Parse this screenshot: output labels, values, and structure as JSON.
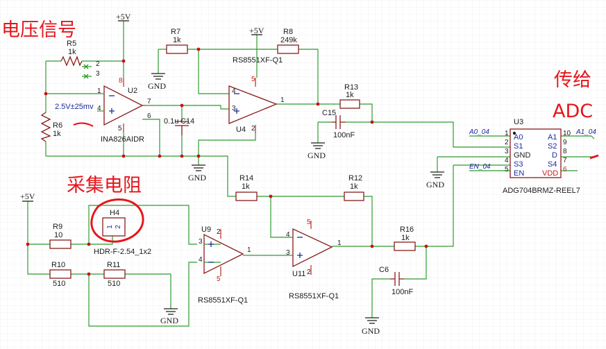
{
  "annotations": {
    "voltage_signal": "电压信号",
    "sampling_resistor": "采集电阻",
    "to_label": "传给",
    "adc_label": "ADC"
  },
  "power": {
    "p1": "+5V",
    "p2": "+5V",
    "p3": "+5V"
  },
  "ground": {
    "g1": "GND",
    "g2": "GND",
    "g3": "GND",
    "g4": "GND",
    "g5": "GND",
    "g6": "GND"
  },
  "components": {
    "r5": {
      "ref": "R5",
      "value": "1k"
    },
    "r6": {
      "ref": "R6",
      "value": "1k"
    },
    "r7": {
      "ref": "R7",
      "value": "1k"
    },
    "r8": {
      "ref": "R8",
      "value": "249k"
    },
    "r9": {
      "ref": "R9",
      "value": "10"
    },
    "r10": {
      "ref": "R10",
      "value": "510"
    },
    "r11": {
      "ref": "R11",
      "value": "510"
    },
    "r12": {
      "ref": "R12",
      "value": "1k"
    },
    "r13": {
      "ref": "R13",
      "value": "1k"
    },
    "r14": {
      "ref": "R14",
      "value": "1k"
    },
    "r16": {
      "ref": "R16",
      "value": "1k"
    },
    "c14": {
      "ref": "C14",
      "value": "0.1u"
    },
    "c15": {
      "ref": "C15",
      "value": "100nF"
    },
    "c6": {
      "ref": "C6",
      "value": "100nF"
    },
    "u2": {
      "ref": "U2",
      "part": "INA826AIDR"
    },
    "u4": {
      "ref": "U4",
      "part": "RS8551XF-Q1"
    },
    "u9": {
      "ref": "U9",
      "part": "RS8551XF-Q1"
    },
    "u11": {
      "ref": "U11",
      "part": "RS8551XF-Q1"
    },
    "u3": {
      "ref": "U3",
      "part": "ADG704BRMZ-REEL7"
    },
    "h4": {
      "ref": "H4",
      "part": "HDR-F-2.54_1x2"
    }
  },
  "signal_label": "2.5V±25mv",
  "nets": {
    "a0": "A0_04",
    "a1": "A1_04",
    "en": "EN_04"
  },
  "u3_pins": {
    "left": [
      "A0",
      "S1",
      "GND",
      "S3",
      "EN"
    ],
    "left_nums": [
      "1",
      "2",
      "3",
      "4",
      "5"
    ],
    "right": [
      "A1",
      "S2",
      "D",
      "S4",
      "VDD"
    ],
    "right_nums": [
      "10",
      "9",
      "8",
      "7",
      "6"
    ]
  },
  "pin_numbers": {
    "u2": {
      "p1": "1",
      "p2": "2",
      "p3": "3",
      "p4": "4",
      "p5": "5",
      "p6": "6",
      "p7": "7",
      "p8": "8"
    },
    "u4": {
      "p1": "1",
      "p2": "2",
      "p3": "3",
      "p4": "4",
      "p5": "5"
    },
    "u9": {
      "p1": "1",
      "p2": "2",
      "p3": "3",
      "p4": "4",
      "p5": "5"
    },
    "u11": {
      "p1": "1",
      "p2": "2",
      "p3": "3",
      "p4": "4",
      "p5": "5"
    },
    "h4": {
      "p1": "1",
      "p2": "2"
    }
  }
}
